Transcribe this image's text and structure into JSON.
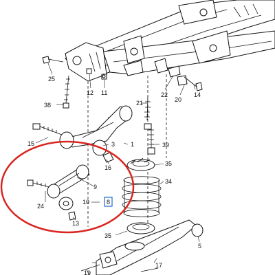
{
  "diagram": {
    "accent_color": "#d8261f",
    "highlight_color": "#3a7fd5",
    "highlighted_part": "8",
    "callouts": {
      "c25": "25",
      "c12": "12",
      "c11": "11",
      "c22": "22",
      "c14": "14",
      "c20": "20",
      "c38": "38",
      "c21": "21",
      "c15": "15",
      "c3": "3",
      "c1": "1",
      "c39": "39",
      "c16": "16",
      "c35a": "35",
      "c34": "34",
      "c9": "9",
      "c24": "24",
      "c10": "10",
      "c8": "8",
      "c13": "13",
      "c35b": "35",
      "c5": "5",
      "c17": "17",
      "c19": "19"
    }
  }
}
